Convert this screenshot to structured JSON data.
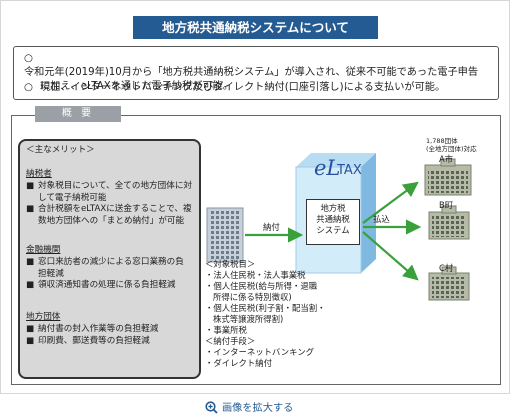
{
  "title": "地方税共通納税システムについて",
  "bullets": [
    {
      "mark": "○",
      "line1": "令和元年(2019年)10月から「地方税共通納税システム」が導入され、従来不可能であった電子申告",
      "line2": "に加え、eLTAXを通じた電子納税が可能。"
    },
    {
      "mark": "○",
      "line1": "現在、インターネットバンキング及びダイレクト納付(口座引落し)による支払いが可能。"
    }
  ],
  "overview_tab": "概 要",
  "merits": {
    "title": "＜主なメリット＞",
    "sections": [
      {
        "heading": "納税者",
        "items": [
          "対象税目について、全ての地方団体に対して電子納税可能",
          "合計税額をeLTAXに送金することで、複数地方団体への「まとめ納付」が可能"
        ]
      },
      {
        "heading": "金融機関",
        "items": [
          "窓口来訪者の減少による窓口業務の負担軽減",
          "領収済通知書の処理に係る負担軽減"
        ]
      },
      {
        "heading": "地方団体",
        "items": [
          "納付書の封入作業等の負担軽減",
          "印刷費、郵送費等の負担軽減"
        ]
      }
    ],
    "square": "■"
  },
  "diagram": {
    "logo_main": "eL",
    "logo_tax": "TAX",
    "payment_label": "納付",
    "system_label": [
      "地方税",
      "共通納税",
      "システム"
    ],
    "transfer_label": "払込",
    "munis_header": [
      "1,788団体",
      "(全地方団体)対応"
    ],
    "cities": [
      "A市",
      "B町",
      "C村"
    ],
    "target_title": "＜対象税目＞",
    "target_items": [
      "・法人住民税・法人事業税",
      "・個人住民税(給与所得・退職",
      "所得に係る特別徴収)",
      "・個人住民税(利子割・配当割・",
      "株式等譲渡所得割)",
      "・事業所税"
    ],
    "method_title": "＜納付手段＞",
    "method_items": [
      "・インターネットバンキング",
      "・ダイレクト納付"
    ]
  },
  "enlarge_link": "画像を拡大する",
  "colors": {
    "title_bg": "#245b93",
    "link": "#245b93",
    "merit_bg": "#d8d8d8",
    "tab_bg": "#9aa0a5",
    "building": "#b6bba8",
    "logo_blue": "#2a4f9e",
    "arrow_green": "#3aa13a"
  }
}
